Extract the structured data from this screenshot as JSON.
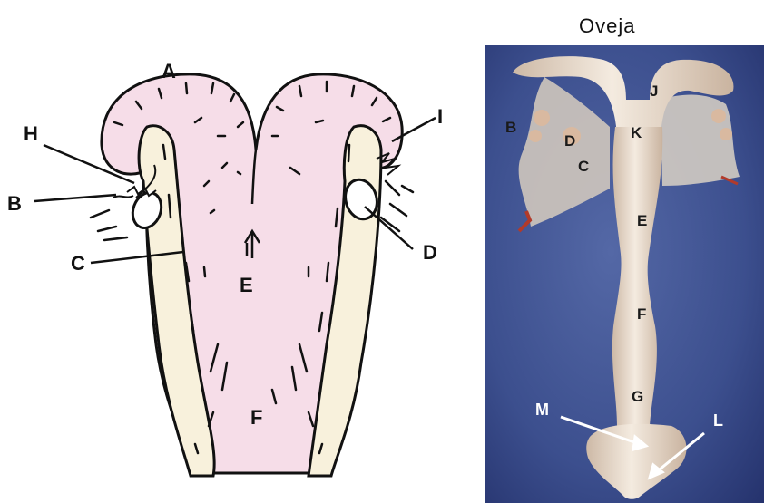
{
  "diagram": {
    "labels": {
      "a": "A",
      "b": "B",
      "c": "C",
      "d": "D",
      "e": "E",
      "f": "F",
      "h": "H",
      "i": "I"
    }
  },
  "photo": {
    "title": "Oveja",
    "labels": {
      "b": "B",
      "c": "C",
      "d": "D",
      "e": "E",
      "f": "F",
      "g": "G",
      "j": "J",
      "k": "K",
      "l": "L",
      "m": "M"
    }
  },
  "colors": {
    "uterus_pink": "#f6dde8",
    "broad_ligament_cream": "#f8f1dc",
    "photo_background": "#3d4f8c",
    "tissue": "#e9dccd",
    "outline": "#111111"
  }
}
